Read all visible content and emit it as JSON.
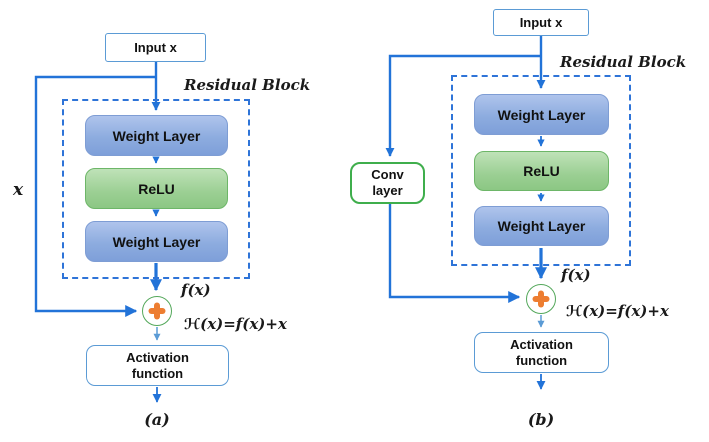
{
  "a": {
    "caption": "(a)",
    "input_label": "Input x",
    "residual_block_label": "Residual Block",
    "skip_label": "x",
    "weight_layer_1": "Weight Layer",
    "relu_label": "ReLU",
    "weight_layer_2": "Weight Layer",
    "fx_label": "f(x)",
    "sum_label": "ℋ(x)=f(x)+x",
    "activation_line1": "Activation",
    "activation_line2": "function"
  },
  "b": {
    "caption": "(b)",
    "input_label": "Input x",
    "residual_block_label": "Residual Block",
    "conv_line1": "Conv",
    "conv_line2": "layer",
    "weight_layer_1": "Weight Layer",
    "relu_label": "ReLU",
    "weight_layer_2": "Weight Layer",
    "fx_label": "f(x)",
    "sum_label": "ℋ(x)=f(x)+x",
    "activation_line1": "Activation",
    "activation_line2": "function"
  },
  "icons": {
    "sum_node": "plus-in-circle"
  },
  "colors": {
    "line_blue": "#2273d8",
    "dashed_blue": "#2e74d8",
    "light_blue_border": "#5b9bd5",
    "weight_layer_fill": "#8dacdf",
    "relu_fill": "#9bcf93",
    "sum_circle_green": "#54a85b",
    "plus_orange": "#ed7d31",
    "conv_border_green": "#3fae4c",
    "text": "#111111"
  }
}
